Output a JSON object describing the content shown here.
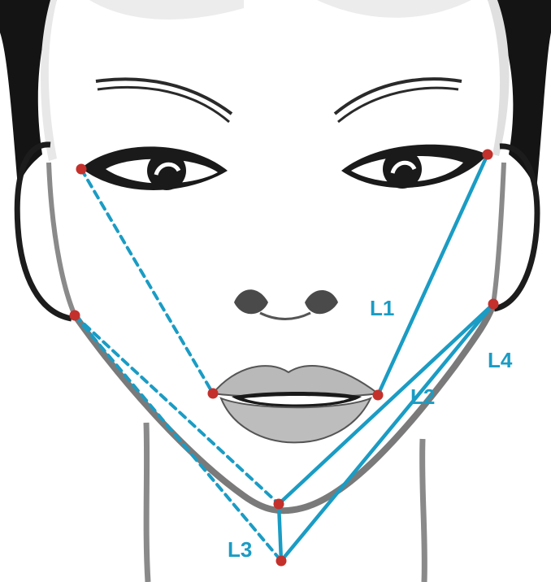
{
  "labels": {
    "l1": "L1",
    "l2": "L2",
    "l3": "L3",
    "l4": "L4"
  },
  "colors": {
    "measure_line": "#1a9cc4",
    "landmark_point": "#c4302b",
    "jaw_outline": "#7a7a7a",
    "hair": "#141414",
    "lips": "#b9b9b9",
    "sketch_line": "#222222"
  }
}
